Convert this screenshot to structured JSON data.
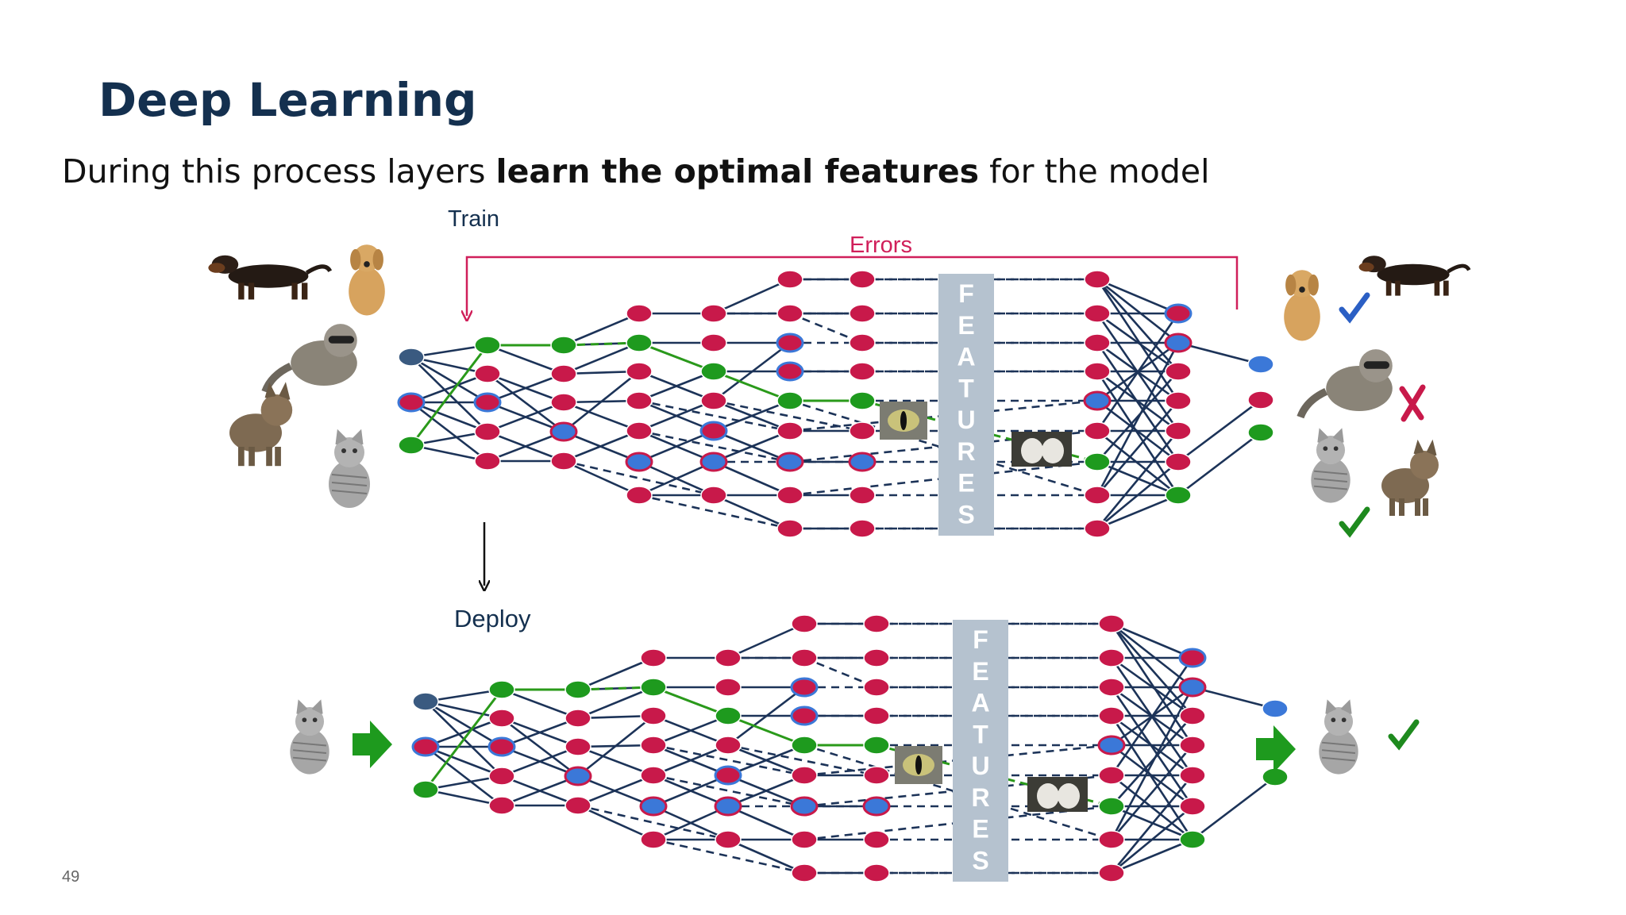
{
  "slide": {
    "title": "Deep Learning",
    "subtitle_prefix": "During this process layers ",
    "subtitle_bold": "learn the optimal features",
    "subtitle_suffix": " for the model",
    "page_number": "49"
  },
  "diagram": {
    "train_label": "Train",
    "deploy_label": "Deploy",
    "errors_label": "Errors",
    "features_letters": [
      "F",
      "E",
      "A",
      "T",
      "U",
      "R",
      "E",
      "S"
    ],
    "train_inputs": [
      "dog-dachshund-photo",
      "dog-labrador-photo",
      "raccoon-photo",
      "cat-tabby-photo",
      "cat-silver-photo"
    ],
    "train_outputs": [
      {
        "images": [
          "dog-labrador-photo",
          "dog-dachshund-photo"
        ],
        "mark": "check",
        "mark_color": "#2b5fc4"
      },
      {
        "images": [
          "raccoon-photo"
        ],
        "mark": "cross",
        "mark_color": "#c8194a"
      },
      {
        "images": [
          "cat-silver-photo",
          "cat-tabby-photo"
        ],
        "mark": "check",
        "mark_color": "#1e8a1e"
      }
    ],
    "deploy_input": "cat-silver-photo",
    "deploy_output": {
      "image": "cat-silver-photo",
      "mark": "check",
      "mark_color": "#1e8a1e"
    },
    "feature_thumbnails": [
      "cat-eye-photo",
      "cat-paws-photo"
    ],
    "colors": {
      "node_red": "#c8194a",
      "node_green": "#1e9a1e",
      "node_blue": "#3b78d8",
      "node_dark": "#3a5a80",
      "edge": "#1c3358",
      "active_edge": "#2a9a1a",
      "errors": "#d01f5a",
      "features_band": "#b5c2cf",
      "arrow_green": "#1e9a1e"
    }
  }
}
